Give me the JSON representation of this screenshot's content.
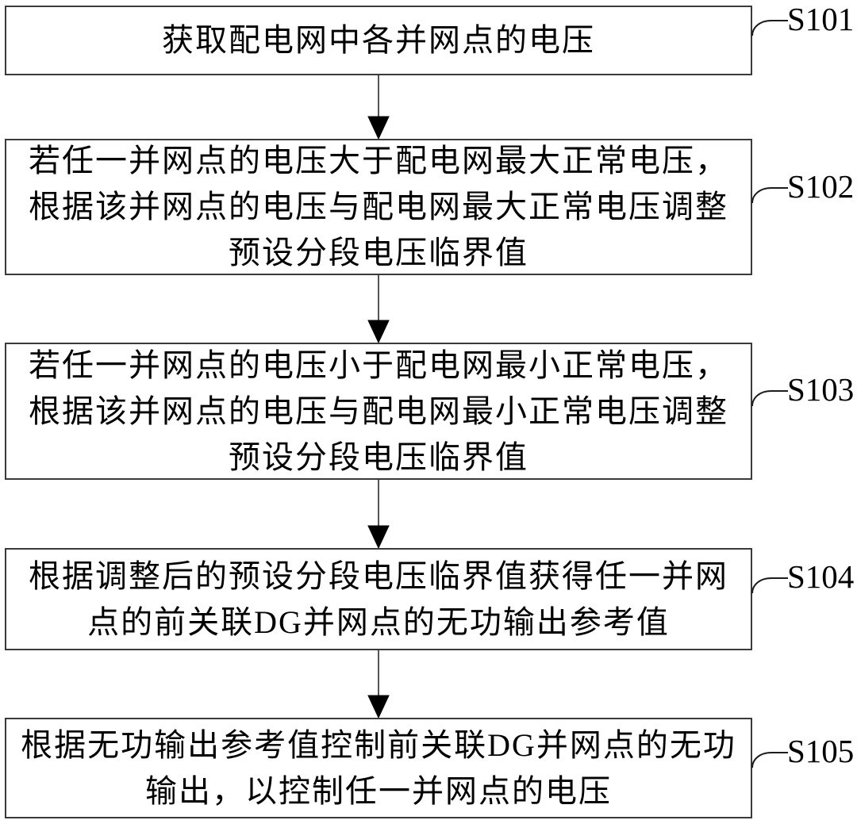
{
  "figure": {
    "type": "flowchart",
    "colors": {
      "background": "#ffffff",
      "box_border": "#3a3a3a",
      "text": "#000000",
      "arrow_line": "#555555",
      "arrow_head": "#000000",
      "leader_line": "#1c1c1c"
    },
    "steps": [
      {
        "id": "S101",
        "lines": [
          "获取配电网中各并网点的电压"
        ]
      },
      {
        "id": "S102",
        "lines": [
          "若任一并网点的电压大于配电网最大正常电压，",
          "根据该并网点的电压与配电网最大正常电压调整",
          "预设分段电压临界值"
        ]
      },
      {
        "id": "S103",
        "lines": [
          "若任一并网点的电压小于配电网最小正常电压，",
          "根据该并网点的电压与配电网最小正常电压调整",
          "预设分段电压临界值"
        ]
      },
      {
        "id": "S104",
        "lines": [
          "根据调整后的预设分段电压临界值获得任一并网",
          "点的前关联DG并网点的无功输出参考值"
        ]
      },
      {
        "id": "S105",
        "lines": [
          "根据无功输出参考值控制前关联DG并网点的无功",
          "输出，以控制任一并网点的电压"
        ]
      }
    ]
  }
}
